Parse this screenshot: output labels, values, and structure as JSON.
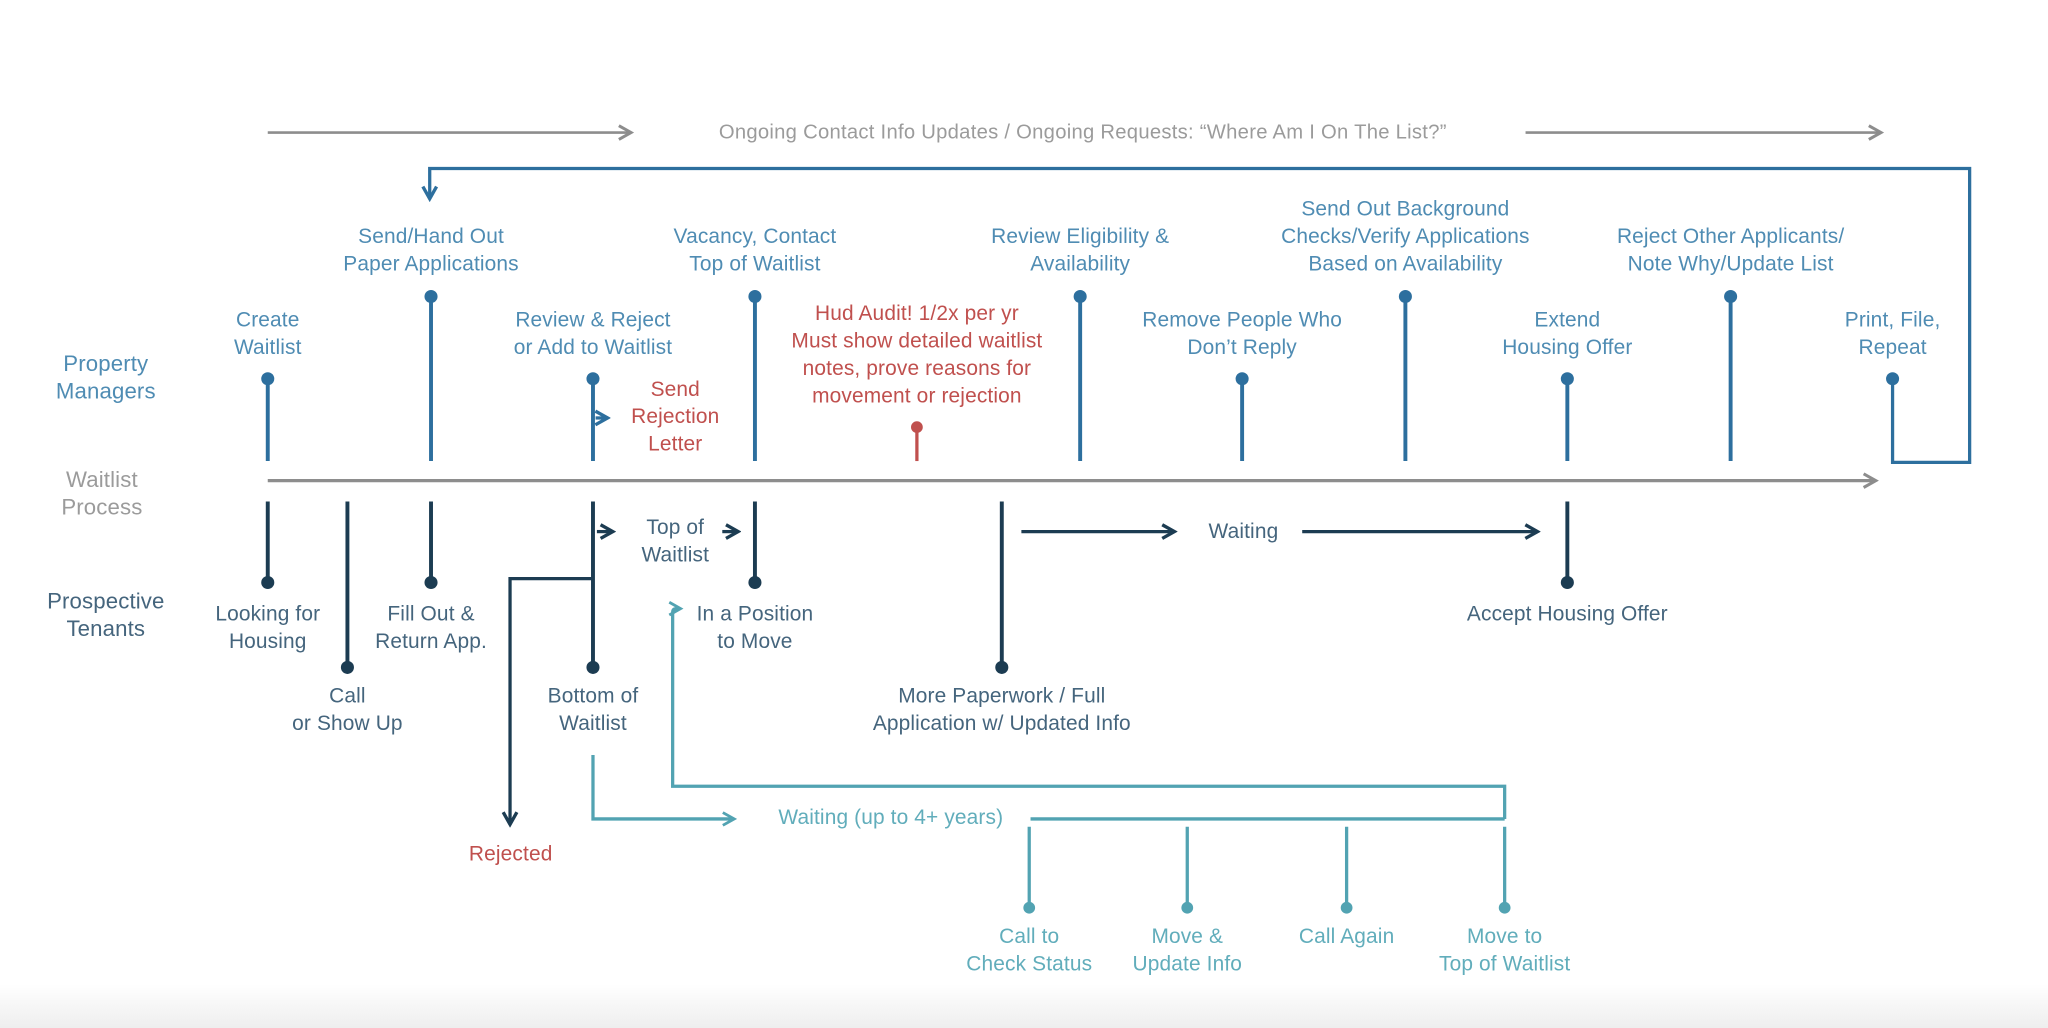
{
  "header": {
    "ongoing_note": "Ongoing Contact Info Updates / Ongoing Requests: “Where Am I On The List?”"
  },
  "lanes": {
    "property_managers": "Property\nManagers",
    "waitlist_process": "Waitlist\nProcess",
    "prospective_tenants": "Prospective\nTenants"
  },
  "property_managers": {
    "create_waitlist": "Create\nWaitlist",
    "send_hand_out": "Send/Hand Out\nPaper Applications",
    "review_reject_add": "Review & Reject\nor Add to Waitlist",
    "send_rejection_letter": "Send\nRejection\nLetter",
    "vacancy_contact": "Vacancy, Contact\nTop of Waitlist",
    "hud_audit_note": "Hud Audit! 1/2x per yr\nMust show detailed waitlist\nnotes, prove reasons for\nmovement or rejection",
    "review_eligibility": "Review Eligibility &\nAvailability",
    "remove_people": "Remove People Who\nDon’t Reply",
    "background_checks": "Send Out Background\nChecks/Verify Applications\nBased on Availability",
    "extend_offer": "Extend\nHousing Offer",
    "reject_other": "Reject Other Applicants/\nNote Why/Update List",
    "print_file_repeat": "Print, File,\nRepeat"
  },
  "tenants": {
    "looking_for_housing": "Looking for\nHousing",
    "call_or_show_up": "Call\nor Show Up",
    "fill_out_return": "Fill Out &\nReturn App.",
    "top_of_waitlist": "Top of\nWaitlist",
    "bottom_of_waitlist": "Bottom of\nWaitlist",
    "rejected": "Rejected",
    "in_position_to_move": "In a Position\nto Move",
    "more_paperwork": "More Paperwork / Full\nApplication w/ Updated Info",
    "waiting": "Waiting",
    "accept_offer": "Accept Housing Offer"
  },
  "waiting_loop": {
    "waiting_years": "Waiting (up to 4+ years)",
    "call_to_check": "Call to\nCheck Status",
    "move_update": "Move &\nUpdate Info",
    "call_again": "Call Again",
    "move_to_top": "Move to\nTop of Waitlist"
  },
  "colors": {
    "pm_line": "#2d6f9e",
    "pm_text": "#4f8cb3",
    "tenant_line": "#1c3c52",
    "tenant_text": "#45657d",
    "alert_red": "#c0504e",
    "loop_teal_line": "#52a3b2",
    "loop_teal_text": "#61adbb",
    "neutral_gray_line": "#8d8d8d",
    "neutral_gray_text": "#9b9b9b"
  }
}
